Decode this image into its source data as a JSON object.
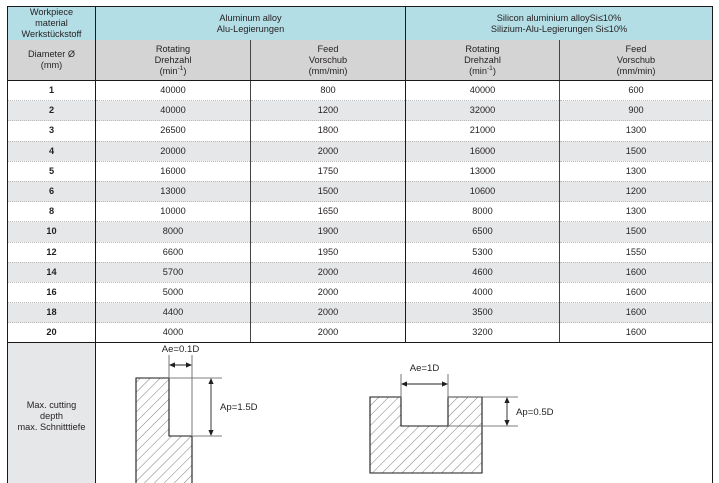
{
  "table": {
    "corner_header": {
      "line1": "Workpiece",
      "line2": "material",
      "line3": "Werkstückstoff"
    },
    "material_groups": [
      {
        "line1": "Aluminum alloy",
        "line2": "Alu-Legierungen"
      },
      {
        "line1": "Silicon aluminium alloySi≤10%",
        "line2": "Silizium-Alu-Legierungen Si≤10%"
      }
    ],
    "diameter_header": {
      "line1": "Diameter Ø",
      "line2": "(mm)"
    },
    "metric_headers": [
      {
        "line1": "Rotating",
        "line2": "Drehzahl",
        "line3_pre": "(min",
        "line3_sup": "-1",
        "line3_post": ")"
      },
      {
        "line1": "Feed",
        "line2": "Vorschub",
        "line3_pre": "(mm/min)",
        "line3_sup": "",
        "line3_post": ""
      }
    ],
    "rows": [
      {
        "diameter": "1",
        "alu_rpm": "40000",
        "alu_feed": "800",
        "si_rpm": "40000",
        "si_feed": "600"
      },
      {
        "diameter": "2",
        "alu_rpm": "40000",
        "alu_feed": "1200",
        "si_rpm": "32000",
        "si_feed": "900"
      },
      {
        "diameter": "3",
        "alu_rpm": "26500",
        "alu_feed": "1800",
        "si_rpm": "21000",
        "si_feed": "1300"
      },
      {
        "diameter": "4",
        "alu_rpm": "20000",
        "alu_feed": "2000",
        "si_rpm": "16000",
        "si_feed": "1500"
      },
      {
        "diameter": "5",
        "alu_rpm": "16000",
        "alu_feed": "1750",
        "si_rpm": "13000",
        "si_feed": "1300"
      },
      {
        "diameter": "6",
        "alu_rpm": "13000",
        "alu_feed": "1500",
        "si_rpm": "10600",
        "si_feed": "1200"
      },
      {
        "diameter": "8",
        "alu_rpm": "10000",
        "alu_feed": "1650",
        "si_rpm": "8000",
        "si_feed": "1300"
      },
      {
        "diameter": "10",
        "alu_rpm": "8000",
        "alu_feed": "1900",
        "si_rpm": "6500",
        "si_feed": "1500"
      },
      {
        "diameter": "12",
        "alu_rpm": "6600",
        "alu_feed": "1950",
        "si_rpm": "5300",
        "si_feed": "1550"
      },
      {
        "diameter": "14",
        "alu_rpm": "5700",
        "alu_feed": "2000",
        "si_rpm": "4600",
        "si_feed": "1600"
      },
      {
        "diameter": "16",
        "alu_rpm": "5000",
        "alu_feed": "2000",
        "si_rpm": "4000",
        "si_feed": "1600"
      },
      {
        "diameter": "18",
        "alu_rpm": "4400",
        "alu_feed": "2000",
        "si_rpm": "3500",
        "si_feed": "1600"
      },
      {
        "diameter": "20",
        "alu_rpm": "4000",
        "alu_feed": "2000",
        "si_rpm": "3200",
        "si_feed": "1600"
      }
    ],
    "footer": {
      "label": {
        "line1": "Max. cutting",
        "line2": "depth",
        "line3": "max. Schnitttiefe"
      },
      "diagrams": [
        {
          "name": "slot-0.1D",
          "ae_label": "Ae=0.1D",
          "ap_label": "Ap=1.5D"
        },
        {
          "name": "slot-1D",
          "ae_label": "Ae=1D",
          "ap_label": "Ap=0.5D"
        }
      ]
    }
  },
  "colors": {
    "header_teal": "#b4dee6",
    "header_gray": "#d4d4d4",
    "row_alt": "#e6e7e8",
    "border": "#1a1a1a"
  }
}
